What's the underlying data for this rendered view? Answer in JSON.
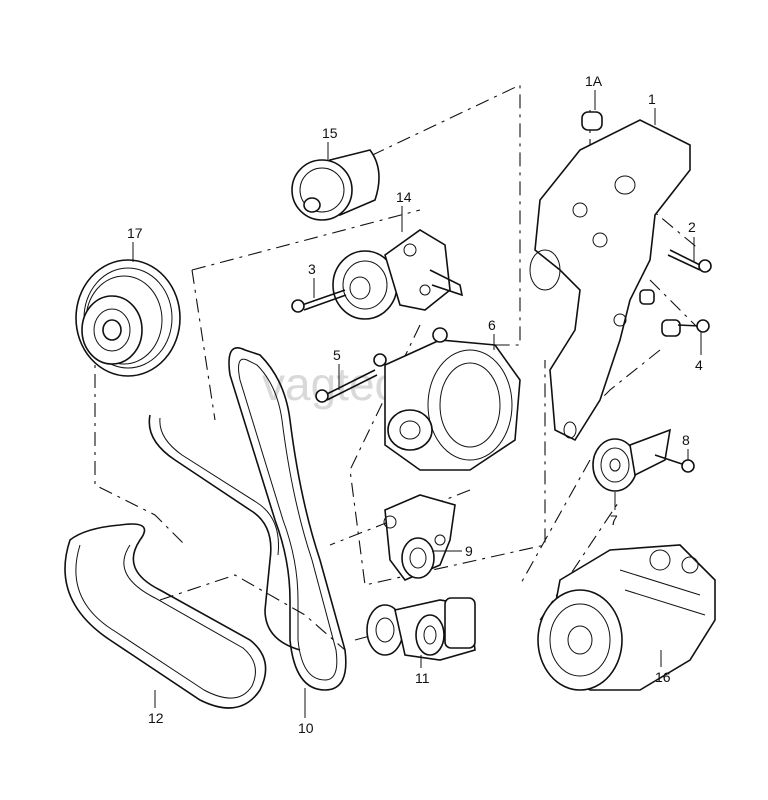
{
  "watermark": "vagteo.ru",
  "callouts": [
    {
      "id": "1",
      "label": "1"
    },
    {
      "id": "1A",
      "label": "1A"
    },
    {
      "id": "2",
      "label": "2"
    },
    {
      "id": "3",
      "label": "3"
    },
    {
      "id": "4",
      "label": "4"
    },
    {
      "id": "5",
      "label": "5"
    },
    {
      "id": "6",
      "label": "6"
    },
    {
      "id": "7",
      "label": "7"
    },
    {
      "id": "8",
      "label": "8"
    },
    {
      "id": "9",
      "label": "9"
    },
    {
      "id": "10",
      "label": "10"
    },
    {
      "id": "11",
      "label": "11"
    },
    {
      "id": "12",
      "label": "12"
    },
    {
      "id": "14",
      "label": "14"
    },
    {
      "id": "15",
      "label": "15"
    },
    {
      "id": "16",
      "label": "16"
    },
    {
      "id": "17",
      "label": "17"
    }
  ]
}
